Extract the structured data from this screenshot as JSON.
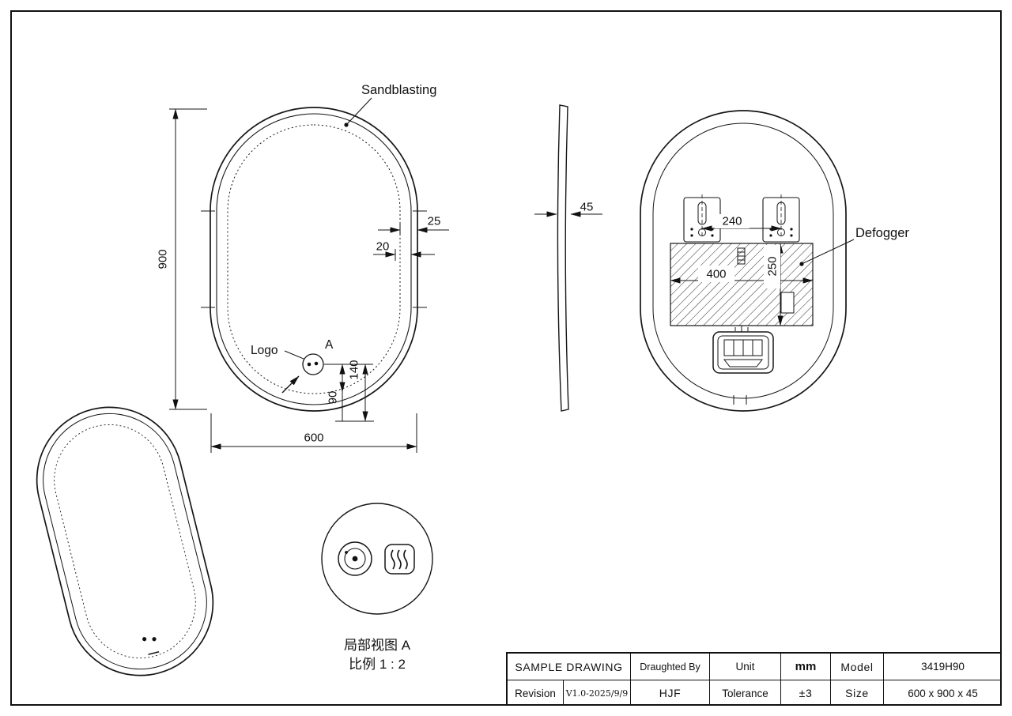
{
  "colors": {
    "ink": "#111111",
    "paper": "#ffffff"
  },
  "front_view": {
    "sandblasting_label": "Sandblasting",
    "logo_label": "Logo",
    "detail_marker": "A",
    "dim_height": "900",
    "dim_width": "600",
    "dim_edge_outer": "25",
    "dim_edge_inner": "20",
    "dim_logo_offset_small": "90",
    "dim_logo_offset_large": "140"
  },
  "side_view": {
    "dim_thickness": "45"
  },
  "rear_view": {
    "defogger_label": "Defogger",
    "dim_hanger_spacing": "240",
    "dim_defogger_width": "400",
    "dim_defogger_height": "250"
  },
  "detail_view": {
    "caption_title": "局部视图 A",
    "caption_scale": "比例 1 : 2"
  },
  "title_block": {
    "sample_drawing": "SAMPLE DRAWING",
    "draughted_by_label": "Draughted By",
    "draughted_by_value": "HJF",
    "unit_label": "Unit",
    "unit_value": "mm",
    "tolerance_label": "Tolerance",
    "tolerance_value": "±3",
    "model_label": "Model",
    "model_value": "3419H90",
    "size_label": "Size",
    "size_value": "600 x 900 x 45",
    "revision_label": "Revision",
    "revision_value": "V1.0-2025/9/9"
  }
}
